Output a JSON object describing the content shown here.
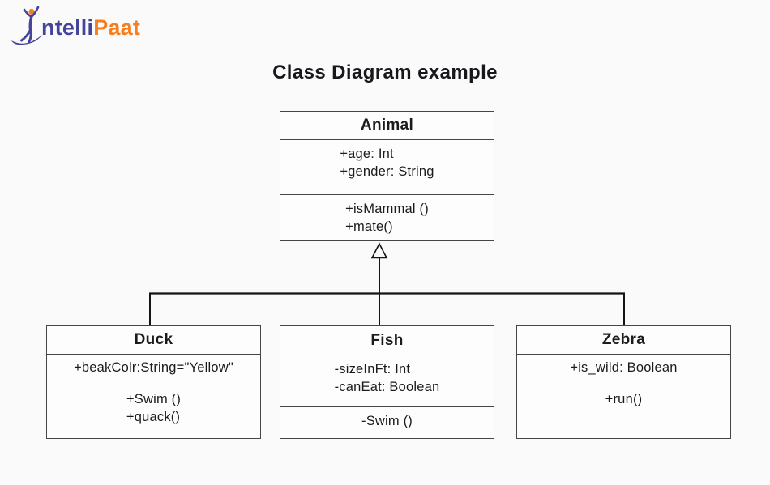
{
  "page": {
    "title": "Class Diagram example"
  },
  "logo": {
    "brand_first": "ntelli",
    "brand_second": "Paat",
    "purple": "#45449b",
    "orange": "#f57e20"
  },
  "diagram": {
    "relation": "inheritance",
    "parent": "animal",
    "children": [
      "duck",
      "fish",
      "zebra"
    ],
    "classes": {
      "animal": {
        "name": "Animal",
        "attributes": [
          "+age: Int",
          "+gender: String"
        ],
        "methods": [
          "+isMammal ()",
          "+mate()"
        ]
      },
      "duck": {
        "name": "Duck",
        "attributes": [
          "+beakColr:String=\"Yellow\""
        ],
        "methods": [
          "+Swim ()",
          "+quack()"
        ]
      },
      "fish": {
        "name": "Fish",
        "attributes": [
          "-sizeInFt: Int",
          "-canEat: Boolean"
        ],
        "methods": [
          "-Swim ()"
        ]
      },
      "zebra": {
        "name": "Zebra",
        "attributes": [
          "+is_wild: Boolean"
        ],
        "methods": [
          "+run()"
        ]
      }
    }
  },
  "colors": {
    "background": "#fafafa",
    "box_border": "#454545",
    "connector": "#141414",
    "text": "#1b1b1b"
  }
}
